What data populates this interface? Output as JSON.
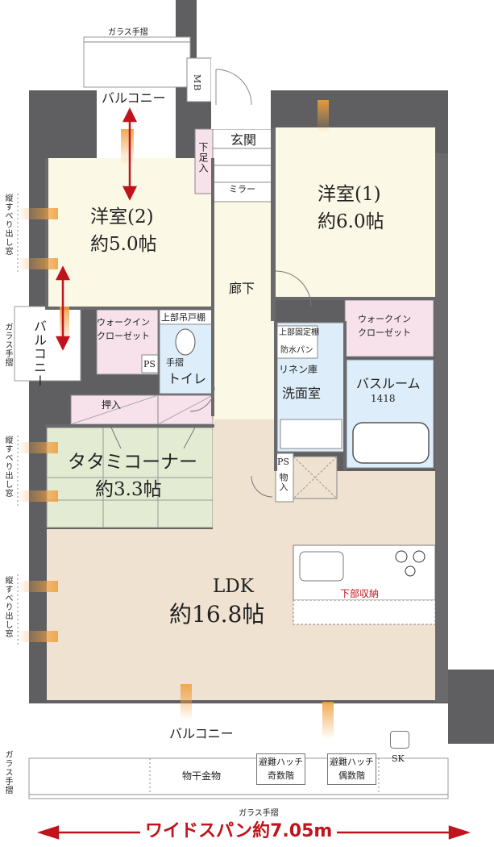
{
  "colors": {
    "wall": "#5f5f61",
    "bedroom_floor": "#fbf8e6",
    "ldk_floor": "#f0e2d0",
    "tatami": "#e3ecd3",
    "closet": "#f7e1ea",
    "wet_area": "#ddeefa",
    "accent_red": "#c0141c",
    "window_gradient": "#f0a040"
  },
  "rooms": {
    "western2": {
      "name": "洋室(2)",
      "size": "約5.0帖"
    },
    "western1": {
      "name": "洋室(1)",
      "size": "約6.0帖"
    },
    "tatami": {
      "name": "タタミコーナー",
      "size": "約3.3帖"
    },
    "ldk": {
      "name": "LDK",
      "size": "約16.8帖"
    },
    "hallway": "廊下",
    "entrance": "玄関",
    "shoe_box": "下足入",
    "mirror": "ミラー",
    "mb": "MB",
    "toilet": "トイレ",
    "handrail": "手摺",
    "upper_cabinet": "上部吊戸棚",
    "walk_in_left": "ウォークイン\nクローゼット",
    "walk_in_right": "ウォークイン\nクローゼット",
    "closet": "押入",
    "ps_left": "PS",
    "ps_right": "PS",
    "storage": "物入",
    "linen": "リネン庫",
    "washroom": "洗面室",
    "upper_fixed_shelf": "上部固定棚",
    "waterproof_pan": "防水パン",
    "bathroom": "バスルーム",
    "bathroom_size": "1418",
    "under_storage": "下部収納",
    "sk": "SK"
  },
  "balconies": {
    "top": "バルコニー",
    "left": "バルコニー",
    "bottom": "バルコニー"
  },
  "labels": {
    "glass_rail_top": "ガラス手摺",
    "glass_rail_left": "ガラス手摺",
    "glass_rail_bottom_left": "ガラス手摺",
    "glass_rail_bottom": "ガラス手摺",
    "clothes_hanger": "物干金物",
    "hatch_odd": "避難ハッチ\n奇数階",
    "hatch_even": "避難ハッチ\n偶数階",
    "slide_window_1": "縦すべり出し窓",
    "slide_window_2": "縦すべり出し窓",
    "slide_window_3": "縦すべり出し窓",
    "wide_span": "ワイドスパン約7.05m"
  }
}
